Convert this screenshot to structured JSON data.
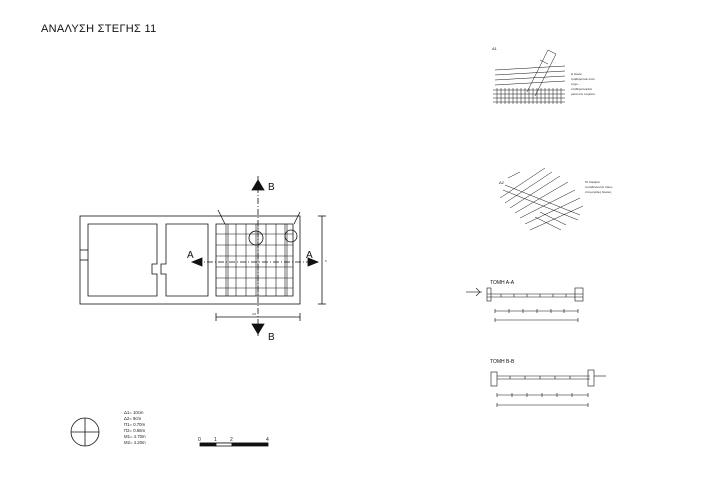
{
  "sheet": {
    "title": "ΑΝΑΛΥΣΗ ΣΤΕΓΗΣ 11"
  },
  "plan": {
    "section_marks": {
      "a_left": "A",
      "a_right": "A",
      "b_top": "B",
      "b_bottom": "B"
    },
    "dim_bottom": "4.0",
    "dim_right": "6"
  },
  "legend": {
    "lines": [
      "Δ1= 10cm",
      "Δ2= 9cm",
      "Π1= 0.70m",
      "Π2= 0.66m",
      "Μ1= 4.70m",
      "Μ2= 4.20m"
    ]
  },
  "scale": {
    "ticks": [
      "0",
      "1",
      "2",
      "4"
    ]
  },
  "details": {
    "a1_label": "A1",
    "a1_note": [
      "Η δοκός",
      "τραβερσύσει στον",
      "τοίχο -",
      "σταθεροποιείται",
      "μέσα στα τσιμέντο"
    ],
    "a2_label": "A2",
    "a2_note": [
      "Τα δοκάρια",
      "τοποθετούνται πάνω",
      "στα μεγάλες δοκούς"
    ]
  },
  "sections": {
    "aa_title": "ΤΟΜΗ Α-Α",
    "bb_title": "ΤΟΜΗ Β-Β"
  }
}
